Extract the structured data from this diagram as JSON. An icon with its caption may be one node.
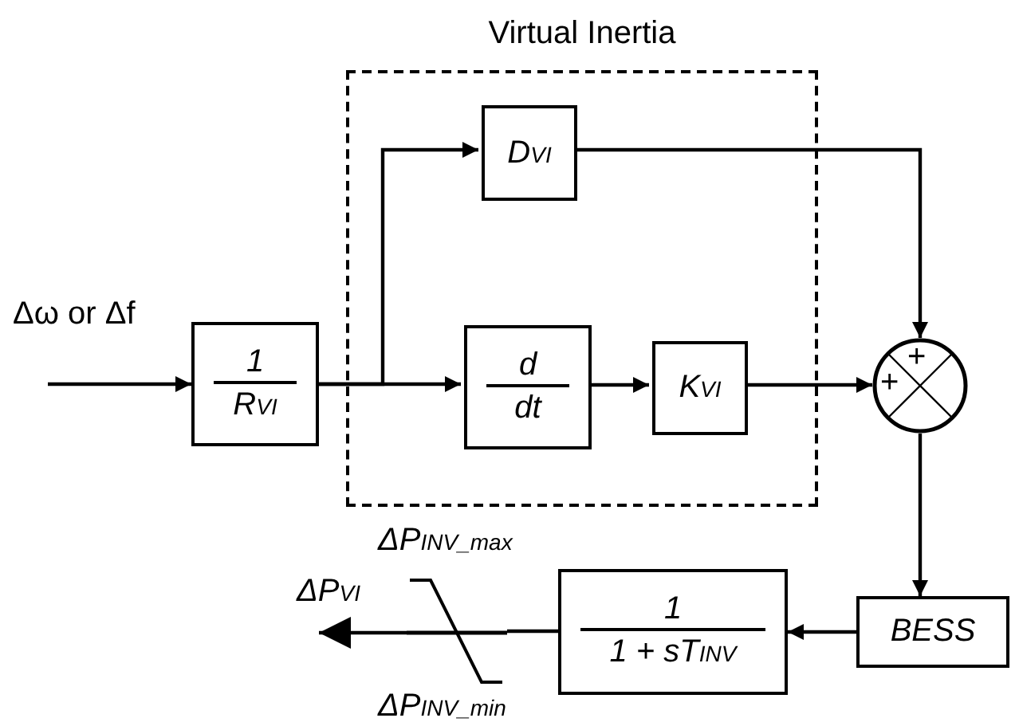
{
  "diagram": {
    "nodes": [
      {
        "text": [
          "Virtual Inertia"
        ]
      },
      {
        "text": [
          "1",
          "R$_{VI}$"
        ]
      },
      {
        "text": [
          "D$_{VI}$"
        ],
        "in": 0
      },
      {
        "text": [
          "d",
          "dt"
        ],
        "in": 0
      },
      {
        "text": [
          "K$_{VI}$"
        ],
        "in": 0
      },
      {
        "text": [
          "+",
          "+"
        ]
      },
      {
        "text": [
          "BESS"
        ]
      },
      {
        "text": [
          "1",
          "1 + sT$_{INV}$"
        ]
      },
      {
        "text": [],
        "shape": "limiter",
        "beside": [
          "ΔP$_{INV_max}$",
          "ΔP$_{INV_min}$"
        ]
      }
    ],
    "edges": [
      {
        "from": null,
        "to": 1,
        "arrow": "to",
        "label": "Δω or Δf"
      },
      {
        "from": 1,
        "to": 2,
        "arrow": "to"
      },
      {
        "from": 1,
        "to": 3,
        "arrow": "to"
      },
      {
        "from": 2,
        "to": 5,
        "arrow": "to"
      },
      {
        "from": 3,
        "to": 4,
        "arrow": "to"
      },
      {
        "from": 4,
        "to": 5,
        "arrow": "to"
      },
      {
        "from": 5,
        "to": 6,
        "arrow": "to"
      },
      {
        "from": 6,
        "to": 7,
        "arrow": "to"
      },
      {
        "from": 7,
        "to": 8,
        "arrow": "none"
      },
      {
        "from": 8,
        "to": null,
        "arrow": "to",
        "label": "ΔP$_{VI}$"
      }
    ]
  }
}
